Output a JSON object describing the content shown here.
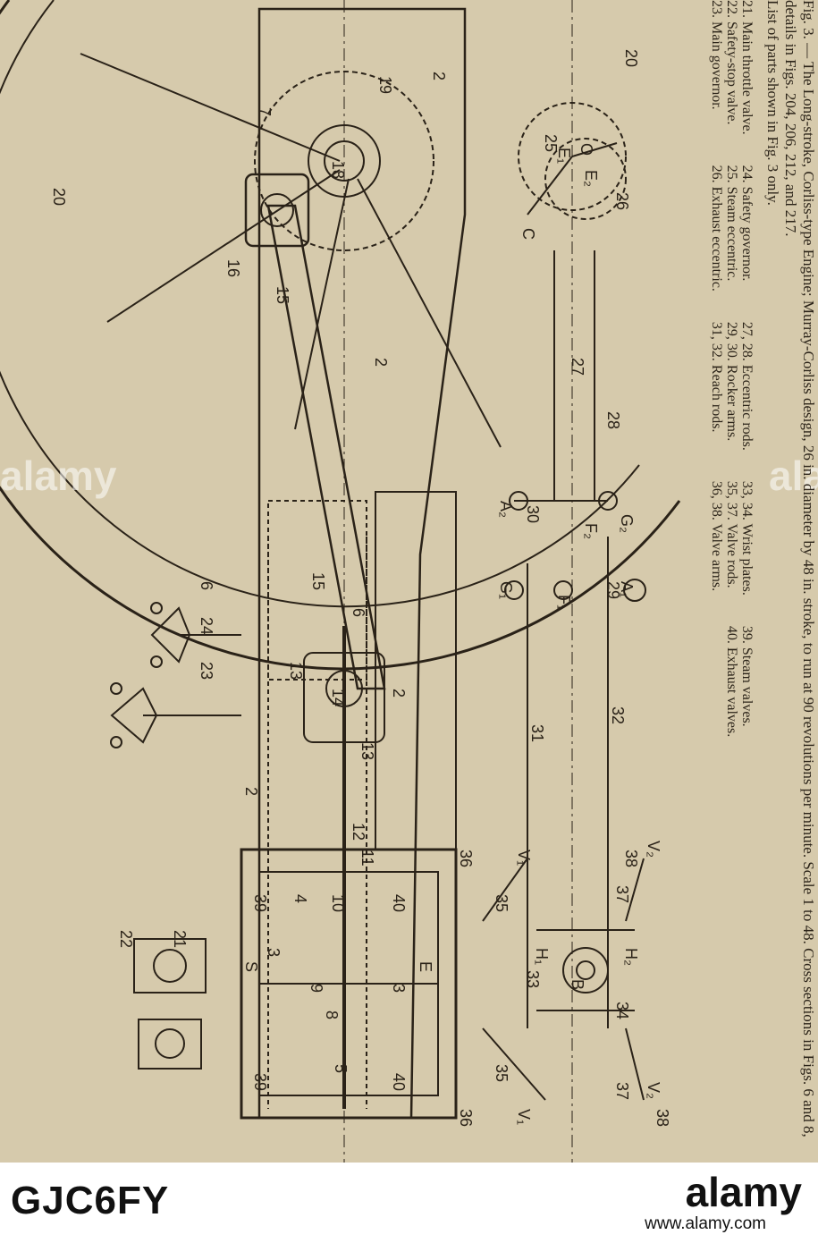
{
  "caption": {
    "title": "Fig. 3. — The Long-stroke, Corliss-type Engine; Murray-Corliss design, 26 in. diameter by 48 in. stroke, to run at 90 revolutions per minute. Scale 1 to 48. Cross sections in Figs. 6 and 8, details in Figs. 204, 206, 212, and 217.",
    "note": "List of parts shown in Fig. 3 only.",
    "parts": [
      [
        "21. Main throttle valve.",
        "22. Safety-stop valve.",
        "23. Main governor."
      ],
      [
        "24. Safety governor.",
        "25. Steam eccentric.",
        "26. Exhaust eccentric."
      ],
      [
        "27, 28. Eccentric rods.",
        "29, 30. Rocker arms.",
        "31, 32. Reach rods."
      ],
      [
        "33, 34. Wrist plates.",
        "35, 37. Valve rods.",
        "36, 38. Valve arms."
      ],
      [
        "39. Steam valves.",
        "40. Exhaust valves."
      ]
    ]
  },
  "labels": {
    "n2": "2",
    "n3": "3",
    "n4": "4",
    "n5": "5",
    "n6": "6",
    "n7": "7",
    "n8": "8",
    "n9": "9",
    "n10": "10",
    "n11": "11",
    "n12": "12",
    "n13": "13",
    "n14": "14",
    "n15": "15",
    "n16": "16",
    "n18": "18",
    "n19": "19",
    "n20": "20",
    "n21": "21",
    "n22": "22",
    "n23": "23",
    "n24": "24",
    "n25": "25",
    "n26": "26",
    "n27": "27",
    "n28": "28",
    "n29": "29",
    "n30": "30",
    "n31": "31",
    "n32": "32",
    "n33": "33",
    "n34": "34",
    "n35": "35",
    "n36": "36",
    "n37": "37",
    "n38": "38",
    "n39": "39",
    "n40": "40",
    "A1": "A₁",
    "A2": "A₂",
    "B": "B",
    "C": "C",
    "E": "E",
    "E1": "E₁",
    "E2": "E₂",
    "F1": "F₁",
    "F2": "F₂",
    "G1": "G₁",
    "G2": "G₂",
    "H1": "H₁",
    "H2": "H₂",
    "O": "O",
    "S": "S",
    "V1": "V₁",
    "V2": "V₂"
  },
  "footer": {
    "id": "GJC6FY",
    "logo": "alamy",
    "url": "www.alamy.com"
  },
  "watermark": "alamy"
}
